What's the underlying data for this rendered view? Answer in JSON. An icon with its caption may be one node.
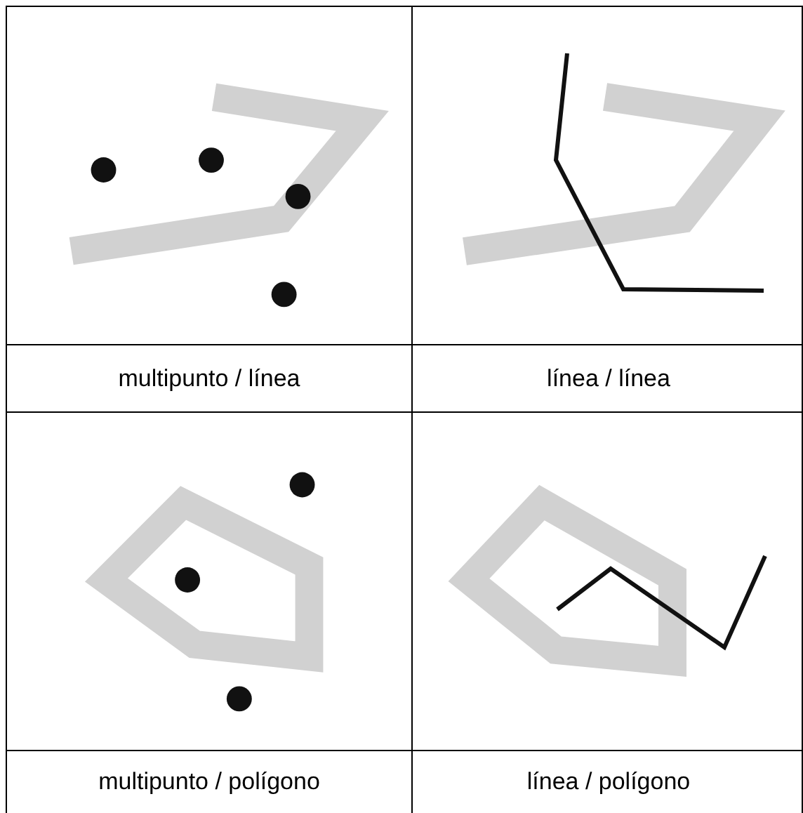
{
  "diagram": {
    "labels": [
      "multipunto / línea",
      "línea / línea",
      "multipunto / polígono",
      "línea / polígono"
    ]
  }
}
